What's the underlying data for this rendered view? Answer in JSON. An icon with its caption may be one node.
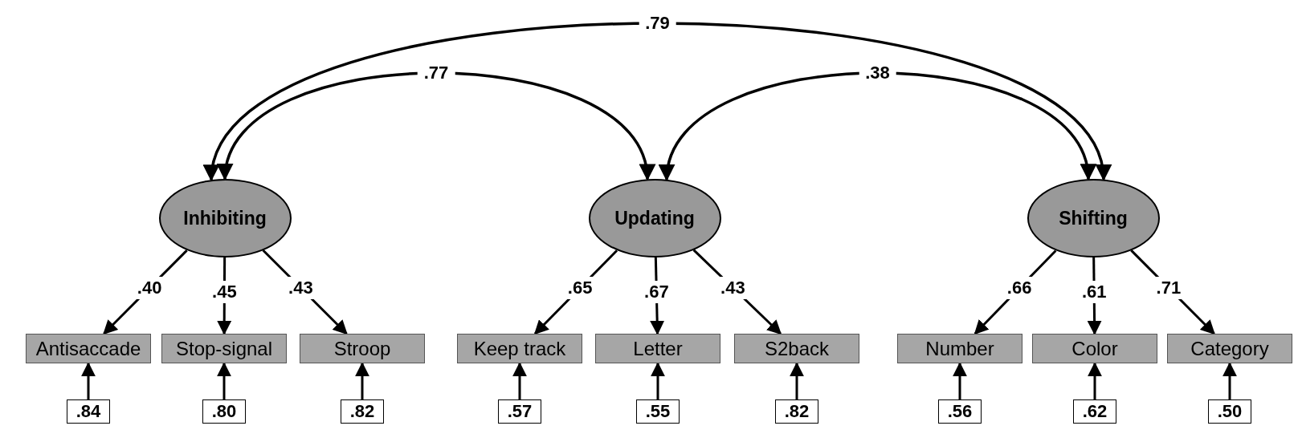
{
  "diagram": {
    "nodes": [
      {
        "text": [
          "Inhibiting"
        ]
      },
      {
        "text": [
          "Updating"
        ]
      },
      {
        "text": [
          "Shifting"
        ]
      },
      {
        "text": [
          "Antisaccade"
        ]
      },
      {
        "text": [
          "Stop-signal"
        ]
      },
      {
        "text": [
          "Stroop"
        ]
      },
      {
        "text": [
          "Keep track"
        ]
      },
      {
        "text": [
          "Letter"
        ]
      },
      {
        "text": [
          "S2back"
        ]
      },
      {
        "text": [
          "Number"
        ]
      },
      {
        "text": [
          "Color"
        ]
      },
      {
        "text": [
          "Category"
        ]
      },
      {
        "text": [
          ".84"
        ]
      },
      {
        "text": [
          ".80"
        ]
      },
      {
        "text": [
          ".82"
        ]
      },
      {
        "text": [
          ".57"
        ]
      },
      {
        "text": [
          ".55"
        ]
      },
      {
        "text": [
          ".82"
        ]
      },
      {
        "text": [
          ".56"
        ]
      },
      {
        "text": [
          ".62"
        ]
      },
      {
        "text": [
          ".50"
        ]
      }
    ],
    "edges": [
      {
        "from": 0,
        "to": 2,
        "arrow": "both",
        "label": ".79"
      },
      {
        "from": 0,
        "to": 1,
        "arrow": "both",
        "label": ".77"
      },
      {
        "from": 1,
        "to": 2,
        "arrow": "both",
        "label": ".38"
      },
      {
        "from": 0,
        "to": 3,
        "arrow": "to",
        "label": ".40"
      },
      {
        "from": 0,
        "to": 4,
        "arrow": "to",
        "label": ".45"
      },
      {
        "from": 0,
        "to": 5,
        "arrow": "to",
        "label": ".43"
      },
      {
        "from": 1,
        "to": 6,
        "arrow": "to",
        "label": ".65"
      },
      {
        "from": 1,
        "to": 7,
        "arrow": "to",
        "label": ".67"
      },
      {
        "from": 1,
        "to": 8,
        "arrow": "to",
        "label": ".43"
      },
      {
        "from": 2,
        "to": 9,
        "arrow": "to",
        "label": ".66"
      },
      {
        "from": 2,
        "to": 10,
        "arrow": "to",
        "label": ".61"
      },
      {
        "from": 2,
        "to": 11,
        "arrow": "to",
        "label": ".71"
      },
      {
        "from": 12,
        "to": 3,
        "arrow": "to"
      },
      {
        "from": 13,
        "to": 4,
        "arrow": "to"
      },
      {
        "from": 14,
        "to": 5,
        "arrow": "to"
      },
      {
        "from": 15,
        "to": 6,
        "arrow": "to"
      },
      {
        "from": 16,
        "to": 7,
        "arrow": "to"
      },
      {
        "from": 17,
        "to": 8,
        "arrow": "to"
      },
      {
        "from": 18,
        "to": 9,
        "arrow": "to"
      },
      {
        "from": 19,
        "to": 10,
        "arrow": "to"
      },
      {
        "from": 20,
        "to": 11,
        "arrow": "to"
      }
    ]
  }
}
